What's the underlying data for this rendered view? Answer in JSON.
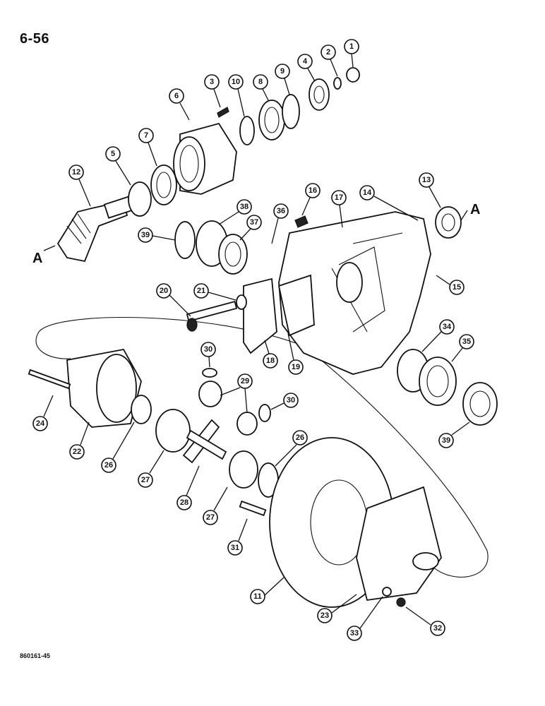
{
  "page_number": "6-56",
  "figure_code": "860161-45",
  "section_marker": "A",
  "callouts": [
    "1",
    "2",
    "3",
    "4",
    "5",
    "6",
    "7",
    "8",
    "9",
    "10",
    "11",
    "12",
    "13",
    "14",
    "15",
    "16",
    "17",
    "18",
    "19",
    "20",
    "21",
    "22",
    "23",
    "24",
    "26",
    "26",
    "27",
    "27",
    "28",
    "29",
    "30",
    "30",
    "31",
    "32",
    "33",
    "34",
    "35",
    "36",
    "37",
    "38",
    "39",
    "39"
  ]
}
